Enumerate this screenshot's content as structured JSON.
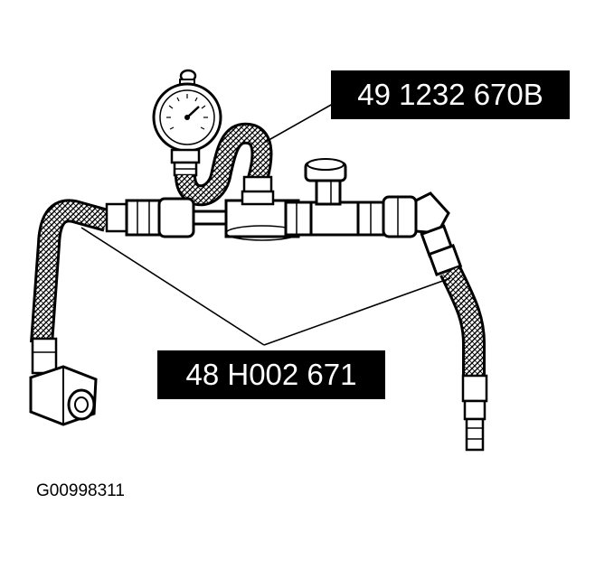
{
  "labels": {
    "gauge_part_number": "49 1232 670B",
    "hose_part_number": "48 H002 671",
    "figure_id": "G00998311"
  },
  "icons": [
    "pressure-gauge-icon",
    "hose-assembly-icon",
    "shutoff-valve-icon",
    "angled-fitting-icon"
  ],
  "colors": {
    "ink": "#000000",
    "paper": "#ffffff"
  }
}
